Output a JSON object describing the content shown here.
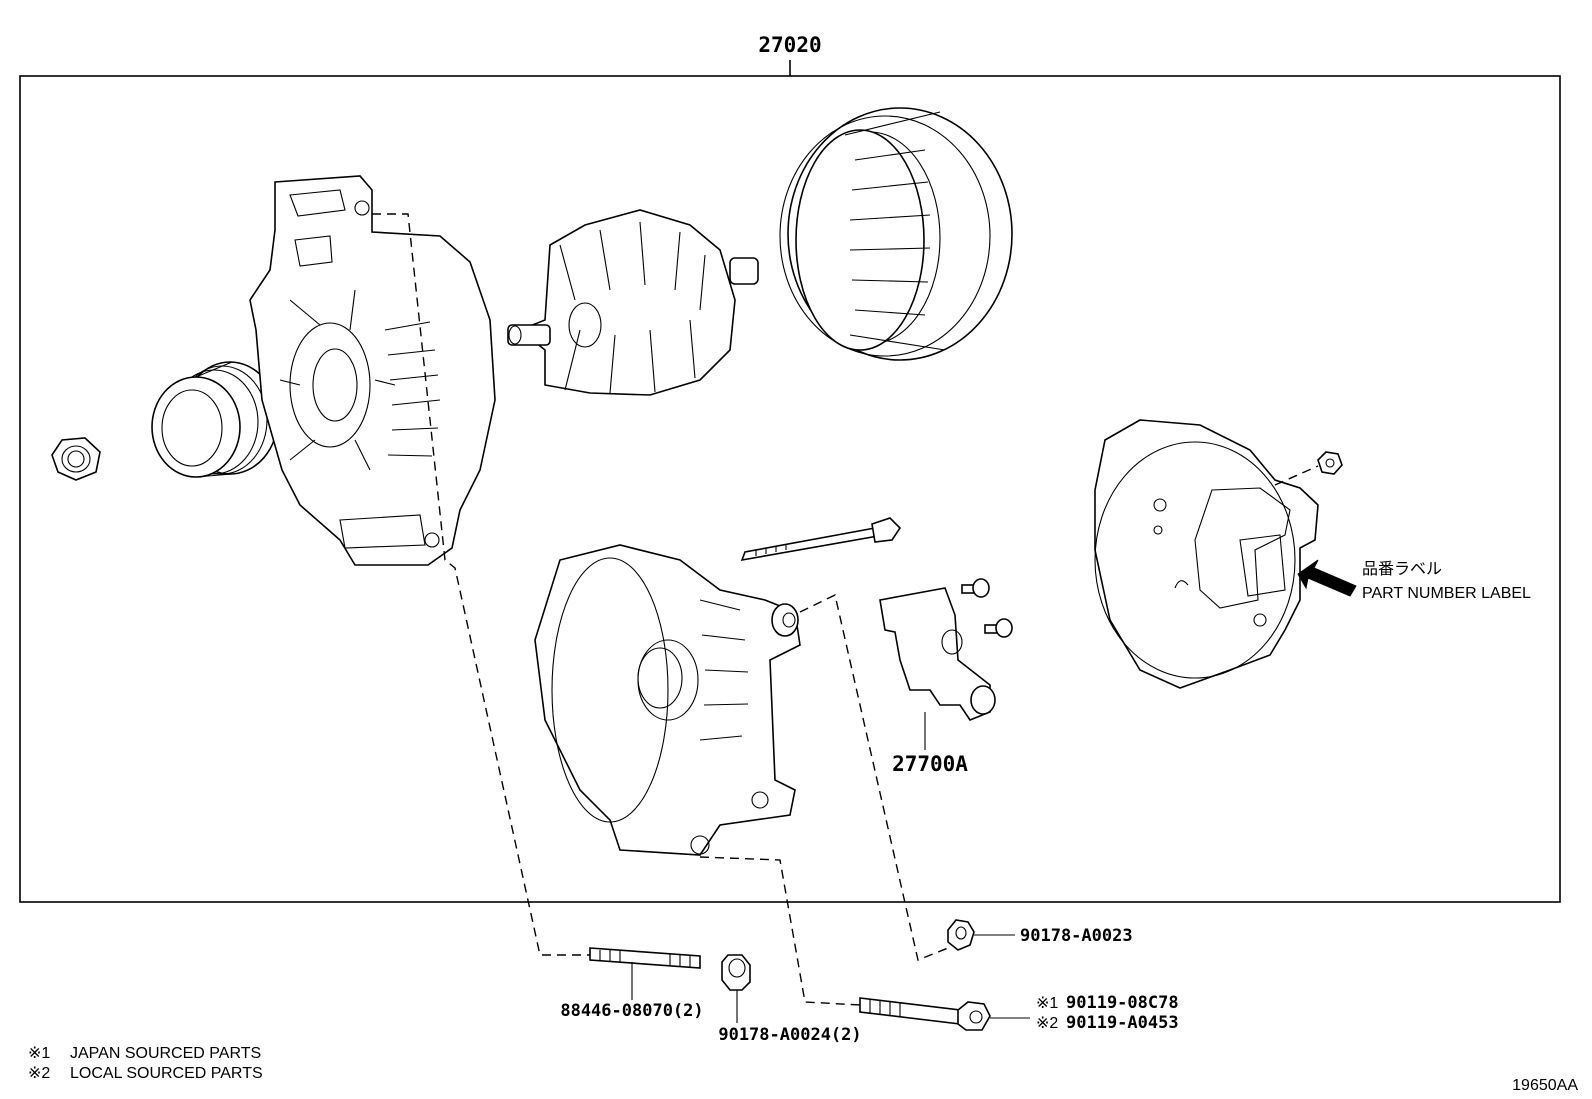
{
  "assembly": {
    "part_number": "27020"
  },
  "part_number_label": {
    "jp": "品番ラベル",
    "en": "PART NUMBER LABEL"
  },
  "callouts": {
    "regulator": "27700A",
    "terminal_nut": "90178-A0023",
    "through_stud": "88446-08070(2)",
    "stud_nut": "90178-A0024(2)",
    "bolt_jp_mark": "※1",
    "bolt_jp": "90119-08C78",
    "bolt_local_mark": "※2",
    "bolt_local": "90119-A0453"
  },
  "notes": [
    {
      "mark": "※1",
      "text": "JAPAN SOURCED PARTS"
    },
    {
      "mark": "※2",
      "text": "LOCAL SOURCED PARTS"
    }
  ],
  "illustration_code": "19650AA"
}
